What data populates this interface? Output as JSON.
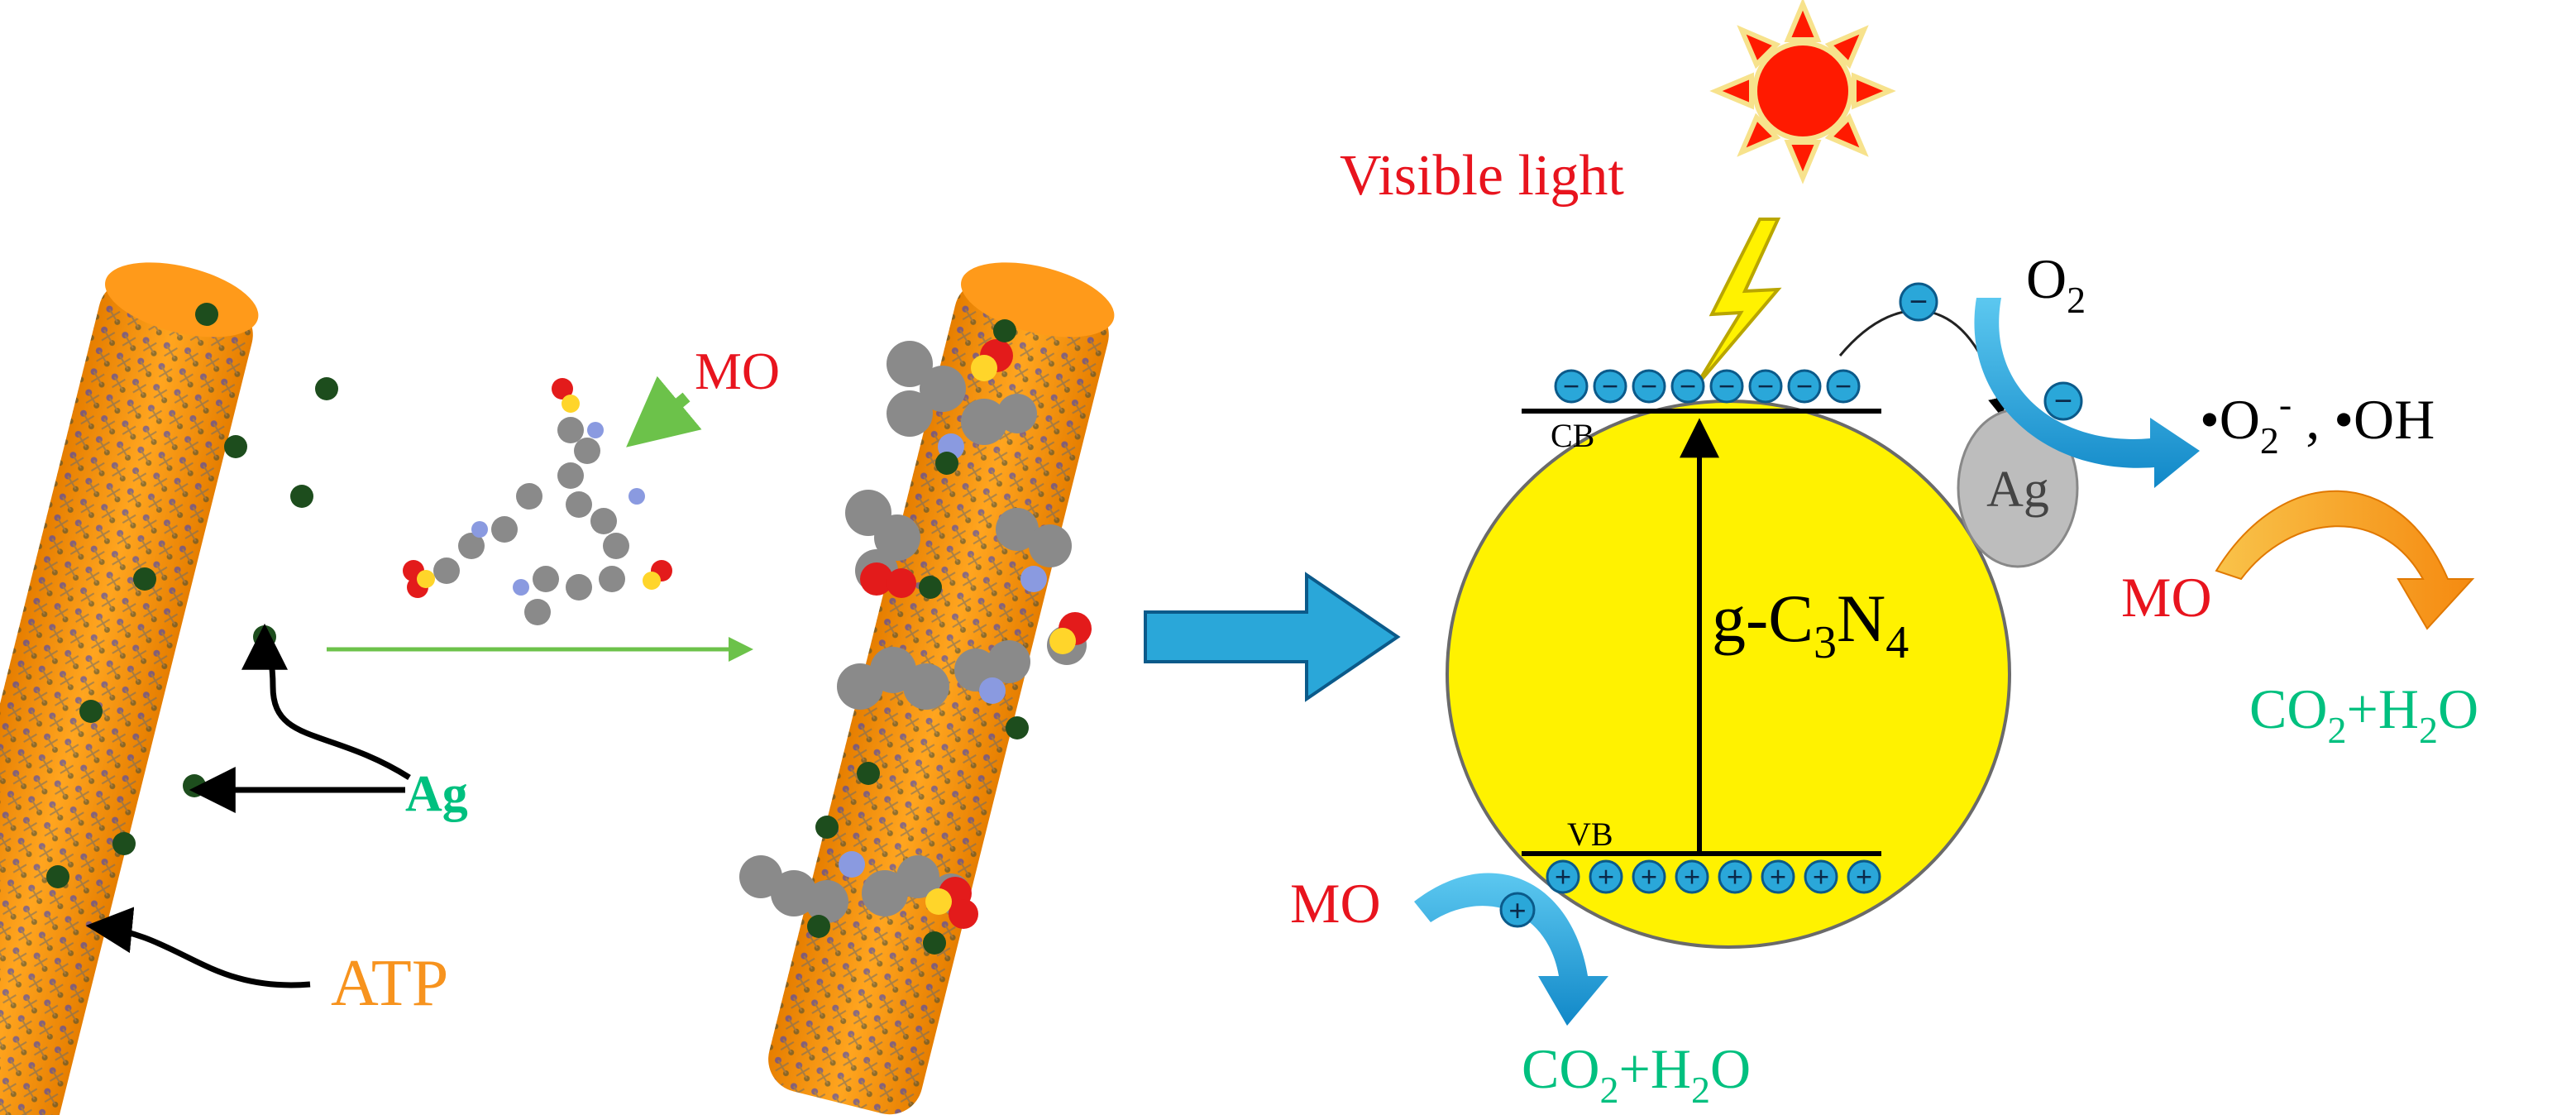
{
  "labels": {
    "mo_top": "MO",
    "ag_label": "Ag",
    "atp_label": "ATP",
    "visible_light": "Visible light",
    "cb": "CB",
    "vb": "VB",
    "semiconductor_main": "g-C",
    "semiconductor_sub1": "3",
    "semiconductor_mid": "N",
    "semiconductor_sub2": "4",
    "ag_particle": "Ag",
    "o2_main": "O",
    "o2_sub": "2",
    "radicals_part1": "•O",
    "radicals_sub": "2",
    "radicals_sup": "-",
    "radicals_part2": " , •OH",
    "mo_right": "MO",
    "mo_bottom": "MO",
    "product_co2": "CO",
    "product_sub1": "2",
    "product_h2": "+H",
    "product_sub2": "2",
    "product_o": "O",
    "electron_symbol": "−",
    "hole_symbol": "+"
  },
  "colors": {
    "atp_orange": "#f7931e",
    "label_orange": "#f7931e",
    "ag_green": "#00c07f",
    "mo_red": "#e8141e",
    "product_green": "#00c07f",
    "semiconductor_yellow": "#fff200",
    "charge_blue": "#2aa7d9",
    "process_arrow_blue": "#1e9ed6",
    "curved_arrow_orange": "#f7941d",
    "sun_red": "#ff1a00",
    "ag_particle_gray": "#bdbdbd",
    "green_arrow": "#6cc24a"
  },
  "charges": {
    "electrons_cb": 8,
    "holes_vb": 8
  }
}
